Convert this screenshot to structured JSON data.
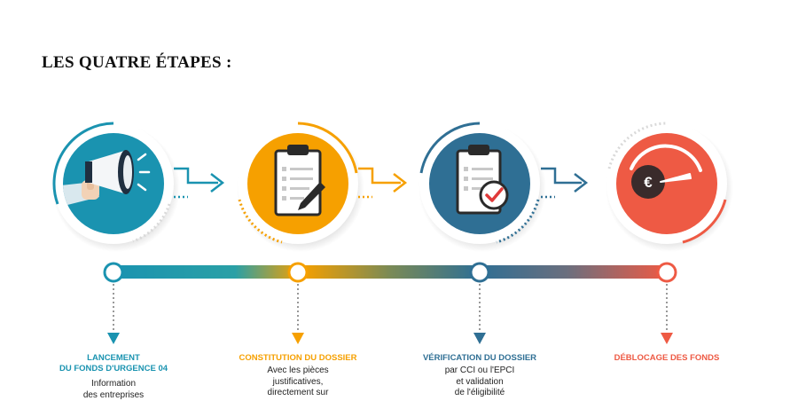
{
  "title": "LES QUATRE ÉTAPES :",
  "colors": {
    "step1": "#1a93b0",
    "step2": "#f6a000",
    "step3": "#2f6f94",
    "step4": "#ee5a44",
    "gray_ring": "#d9d9d9"
  },
  "steps": [
    {
      "icon": "megaphone-icon",
      "label_lines": [
        "LANCEMENT",
        "DU FONDS D'URGENCE 04"
      ],
      "desc_lines": [
        "Information",
        "des entreprises"
      ]
    },
    {
      "icon": "clipboard-pen-icon",
      "label_lines": [
        "CONSTITUTION DU DOSSIER"
      ],
      "desc_lines": [
        "Avec les pièces",
        "justificatives,",
        "directement sur"
      ]
    },
    {
      "icon": "clipboard-check-icon",
      "label_lines": [
        "VÉRIFICATION DU DOSSIER"
      ],
      "desc_lines": [
        "par CCI ou l'EPCI",
        "et validation",
        "de l'éligibilité"
      ]
    },
    {
      "icon": "euro-gauge-icon",
      "label_lines": [
        "DÉBLOCAGE DES FONDS"
      ],
      "desc_lines": []
    }
  ]
}
